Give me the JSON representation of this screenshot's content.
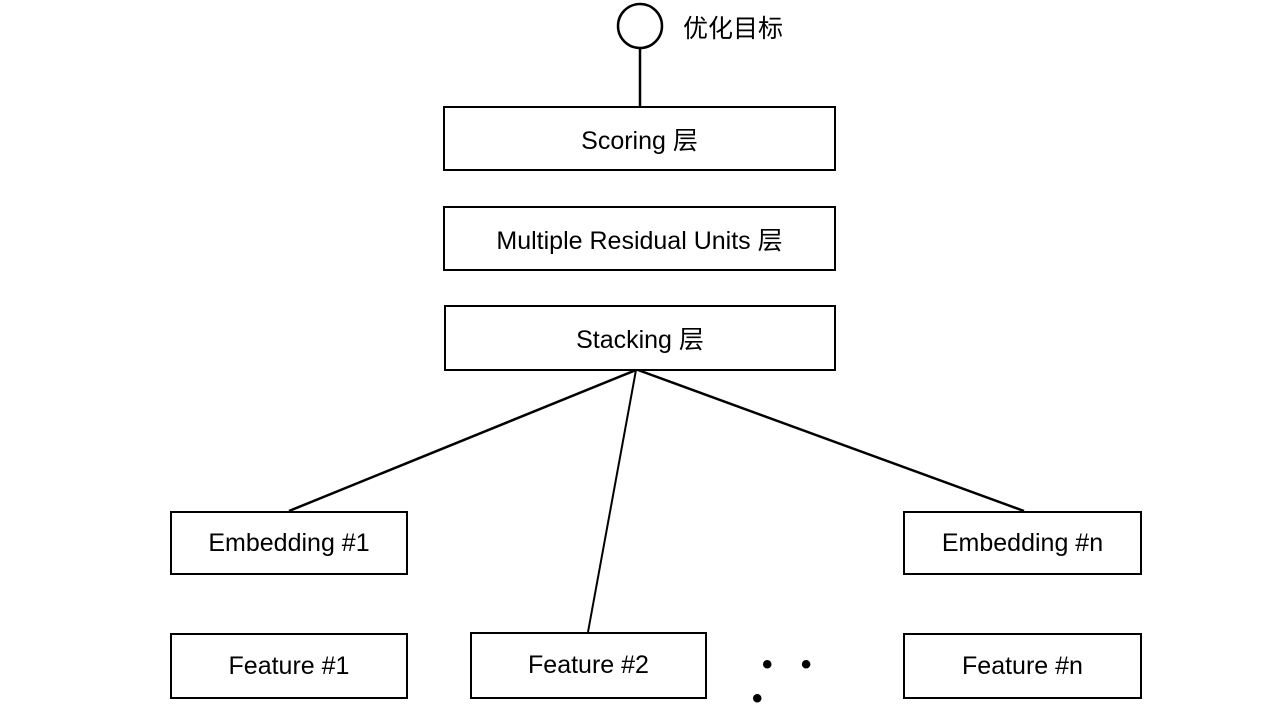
{
  "diagram": {
    "target_label": "优化目标",
    "ellipsis": "• • •",
    "nodes": {
      "scoring": "Scoring 层",
      "residual": "Multiple Residual Units 层",
      "stacking": "Stacking 层",
      "embedding1": "Embedding #1",
      "embeddingn": "Embedding #n",
      "feature1": "Feature #1",
      "feature2": "Feature #2",
      "featuren": "Feature #n"
    },
    "colors": {
      "stroke": "#000000",
      "background": "#ffffff",
      "box_fill": "#ffffff"
    }
  }
}
